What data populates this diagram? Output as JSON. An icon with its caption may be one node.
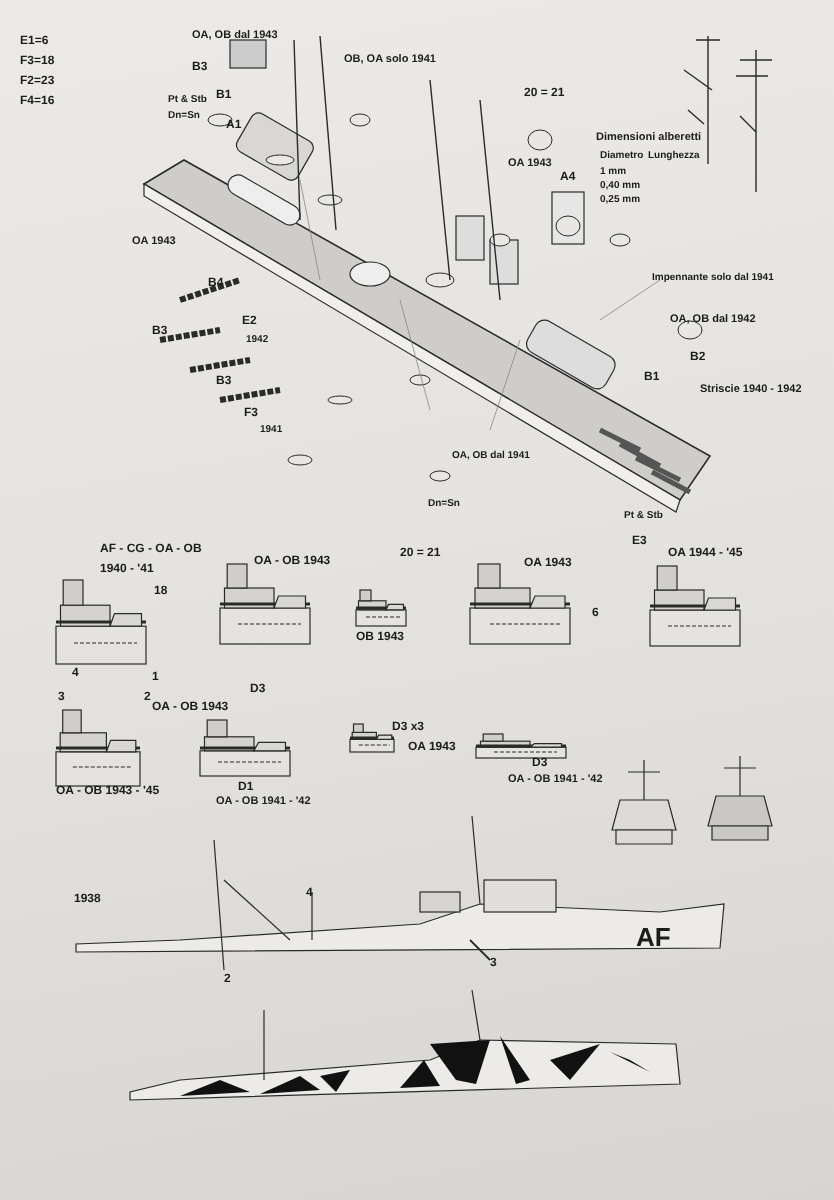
{
  "diagram": {
    "labels": [
      "E1=6",
      "F3=18",
      "F2=23",
      "F4=16",
      "OA, OB dal 1943",
      "OB, OA solo 1941",
      "B3",
      "B1",
      "A1",
      "Pt & Stb",
      "Dn=Sn",
      "OA 1943",
      "B4",
      "B3",
      "E2",
      "1942",
      "B3",
      "F3",
      "1941",
      "OA 1943",
      "20 = 21",
      "A4",
      "Dimensioni alberetti",
      "Diametro",
      "Lunghezza",
      "1 mm",
      "0,40 mm",
      "0,25 mm",
      "Impennante solo dal 1941",
      "OA, OB dal 1942",
      "B2",
      "B1",
      "Striscie 1940 - 1942",
      "OA, OB dal 1941",
      "Pt & Stb",
      "Dn=Sn",
      "AF - CG - OA - OB",
      "1940 - '41",
      "OA - OB 1943",
      "OB 1943",
      "20 = 21",
      "OA 1943",
      "E3",
      "OA 1944 - '45",
      "18",
      "4",
      "1",
      "3",
      "2",
      "6",
      "D3",
      "OA - OB 1943",
      "D3 x3",
      "OA 1943",
      "D3",
      "OA - OB 1941 - '42",
      "OA - OB 1943 - '45",
      "D1",
      "OA - OB 1941 - '42",
      "1938",
      "4",
      "2",
      "3",
      "AF"
    ]
  }
}
